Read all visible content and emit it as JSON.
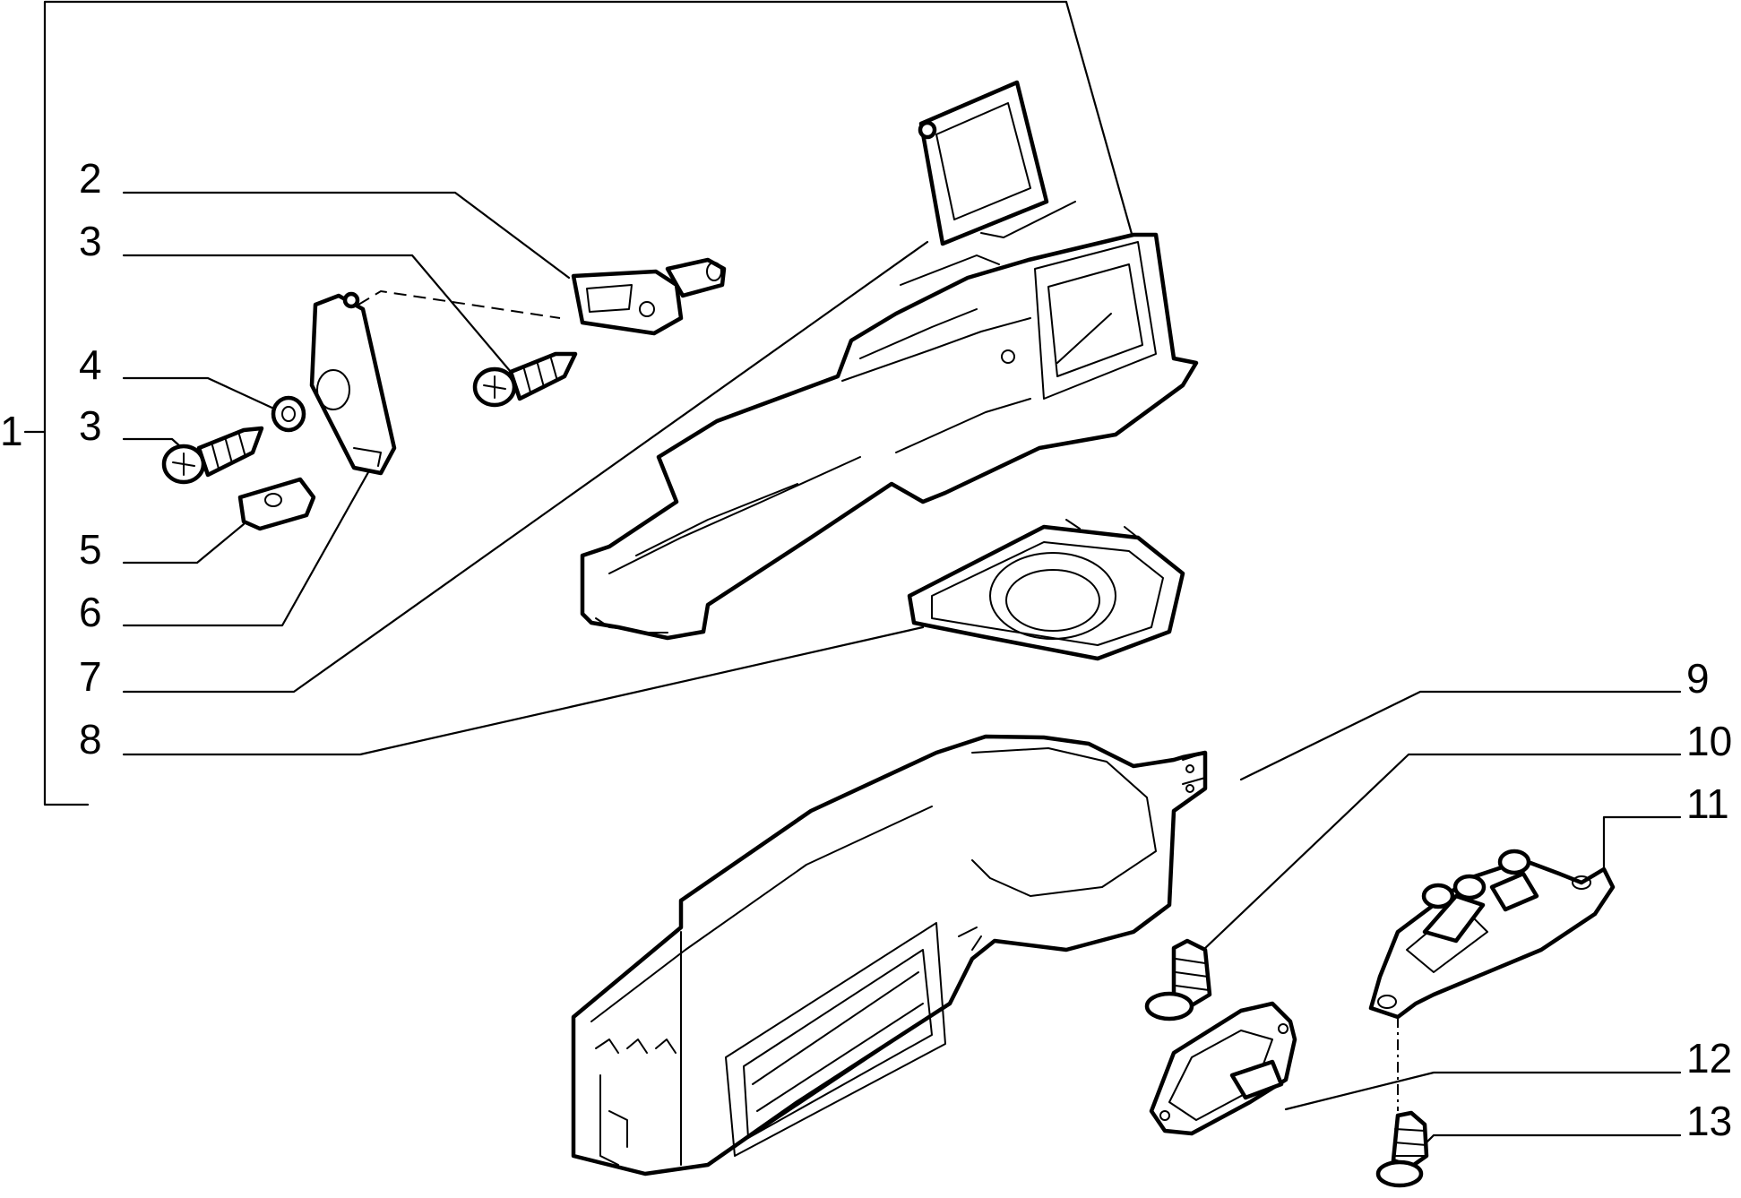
{
  "callouts": {
    "c1": "1",
    "c2": "2",
    "c3a": "3",
    "c4": "4",
    "c3b": "3",
    "c5": "5",
    "c6": "6",
    "c7": "7",
    "c8": "8",
    "c9": "9",
    "c10": "10",
    "c11": "11",
    "c12": "12",
    "c13": "13"
  }
}
